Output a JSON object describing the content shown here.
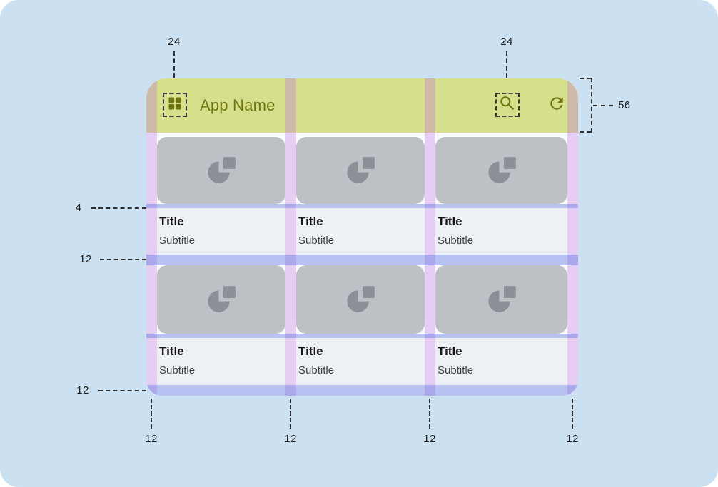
{
  "appbar": {
    "title": "App Name",
    "leading_icon": "grid-icon",
    "action_icons": [
      "search-icon",
      "refresh-icon"
    ]
  },
  "cards": [
    {
      "title": "Title",
      "subtitle": "Subtitle"
    },
    {
      "title": "Title",
      "subtitle": "Subtitle"
    },
    {
      "title": "Title",
      "subtitle": "Subtitle"
    },
    {
      "title": "Title",
      "subtitle": "Subtitle"
    },
    {
      "title": "Title",
      "subtitle": "Subtitle"
    },
    {
      "title": "Title",
      "subtitle": "Subtitle"
    }
  ],
  "annotations": {
    "leading_icon_size": "24",
    "search_icon_size": "24",
    "appbar_height": "56",
    "media_text_gap": "4",
    "row_gap": "12",
    "bottom_margin": "12",
    "gutters": [
      "12",
      "12",
      "12",
      "12"
    ]
  },
  "colors": {
    "canvas_background": "#CBE1F1",
    "appbar_highlight": "#D6DF8C",
    "appbar_content": "#6F750F",
    "gutter_highlight_purple": "#C17AE0",
    "spacing_highlight_blue": "#637DE5",
    "media_placeholder": "#BDC1C6",
    "annotation_line": "#2E2E2E"
  }
}
